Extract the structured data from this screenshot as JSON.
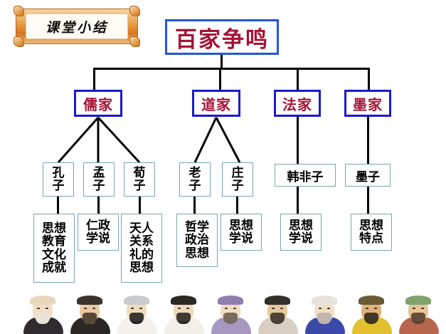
{
  "banner": {
    "label": "课堂小结"
  },
  "diagram": {
    "root": {
      "label": "百家争鸣"
    },
    "schools": [
      {
        "label": "儒家"
      },
      {
        "label": "道家"
      },
      {
        "label": "法家"
      },
      {
        "label": "墨家"
      }
    ],
    "persons": [
      {
        "label": "孔子",
        "lines": [
          "孔",
          "子"
        ]
      },
      {
        "label": "孟子",
        "lines": [
          "孟",
          "子"
        ]
      },
      {
        "label": "荀子",
        "lines": [
          "荀",
          "子"
        ]
      },
      {
        "label": "老子",
        "lines": [
          "老",
          "子"
        ]
      },
      {
        "label": "庄子",
        "lines": [
          "庄",
          "子"
        ]
      },
      {
        "label": "韩非子",
        "lines": [
          "韩非子"
        ]
      },
      {
        "label": "墨子",
        "lines": [
          "墨子"
        ]
      }
    ],
    "leaves": [
      {
        "label": "思想教育文化成就",
        "lines": [
          "思想",
          "教育",
          "文化",
          "成就"
        ]
      },
      {
        "label": "仁政学说",
        "lines": [
          "仁政",
          "学说"
        ]
      },
      {
        "label": "天人关系礼的思想",
        "lines": [
          "天人",
          "关系",
          "礼的",
          "思想"
        ]
      },
      {
        "label": "哲学政治思想",
        "lines": [
          "哲学",
          "政治",
          "思想"
        ]
      },
      {
        "label": "思想学说",
        "lines": [
          "思想",
          "学说"
        ]
      },
      {
        "label": "思想学说",
        "lines": [
          "思想",
          "学说"
        ]
      },
      {
        "label": "思想特点",
        "lines": [
          "思想",
          "特点"
        ]
      }
    ]
  },
  "colors": {
    "root_border": "#2255dd",
    "school_border": "#1a1ad0",
    "title_text": "#a51336",
    "box_border": "#79a6ab",
    "connector": "#000000",
    "banner_frame": "#e89a43"
  },
  "figures": [
    {
      "name": "philosopher-1",
      "robe": "#2f2b2e",
      "head": "#f3ddc4",
      "hat": "#e8d7bd",
      "beard": "#e8e4dd",
      "collar": "#cfc6b4"
    },
    {
      "name": "philosopher-2",
      "robe": "#2b2722",
      "head": "#e9c9a2",
      "hat": "#3a332c",
      "beard": "#4a3b2c",
      "collar": "#d8c48e"
    },
    {
      "name": "philosopher-3",
      "robe": "#f3f1ec",
      "head": "#f0dcbd",
      "hat": "#c9cbcd",
      "beard": "#272420",
      "collar": "#2a2724"
    },
    {
      "name": "philosopher-4",
      "robe": "#f2efe9",
      "head": "#eed9b8",
      "hat": "#2c2823",
      "beard": "#2d2925",
      "collar": "#2b2825"
    },
    {
      "name": "philosopher-5",
      "robe": "#a897c0",
      "head": "#f0ddc2",
      "hat": "#8f7fae",
      "beard": "#6d5f52",
      "collar": "#cbbcd8"
    },
    {
      "name": "philosopher-6",
      "robe": "#d8cfc2",
      "head": "#e7c79c",
      "hat": "#332f2b",
      "beard": "#3b332b",
      "collar": "#b6a893"
    },
    {
      "name": "philosopher-7",
      "robe": "#3b49a8",
      "head": "#f2e0c6",
      "hat": "#e7e3da",
      "beard": "#b9b2a6",
      "collar": "#d8c9b4"
    },
    {
      "name": "philosopher-8",
      "robe": "#e3c02f",
      "head": "#e0b37e",
      "hat": "#6a5a33",
      "beard": "#2f2820",
      "collar": "#bf9a27"
    },
    {
      "name": "philosopher-9",
      "robe": "#b7654c",
      "head": "#e7c396",
      "hat": "#7fa36b",
      "beard": "#57432f",
      "collar": "#9d5440"
    }
  ]
}
